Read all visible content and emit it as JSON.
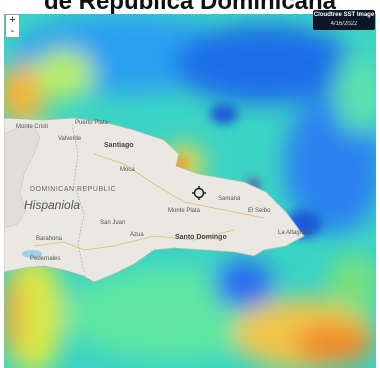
{
  "title": "de República Dominicana",
  "badge": {
    "name": "Cloudtree SST Image",
    "date": "4/16/2022"
  },
  "zoom": {
    "plus": "+",
    "minus": "-"
  },
  "labels": {
    "country": "DOMINICAN REPUBLIC",
    "island": "Hispaniola",
    "capital": "Santo Domingo",
    "santiago": "Santiago",
    "monte_cristi": "Monte Cristi",
    "puerto_plata": "Puerto Plata",
    "valverde": "Valverde",
    "moca": "Moca",
    "samana": "Samaná",
    "el_seibo": "El Seibo",
    "la_altagracia": "La Altagracia",
    "san_juan": "San Juan",
    "barahona": "Barahona",
    "pedernales": "Pedernales",
    "azua": "Azua",
    "monte_plata": "Monte Plata"
  },
  "icons": {
    "marker": "crosshair-marker-icon"
  }
}
